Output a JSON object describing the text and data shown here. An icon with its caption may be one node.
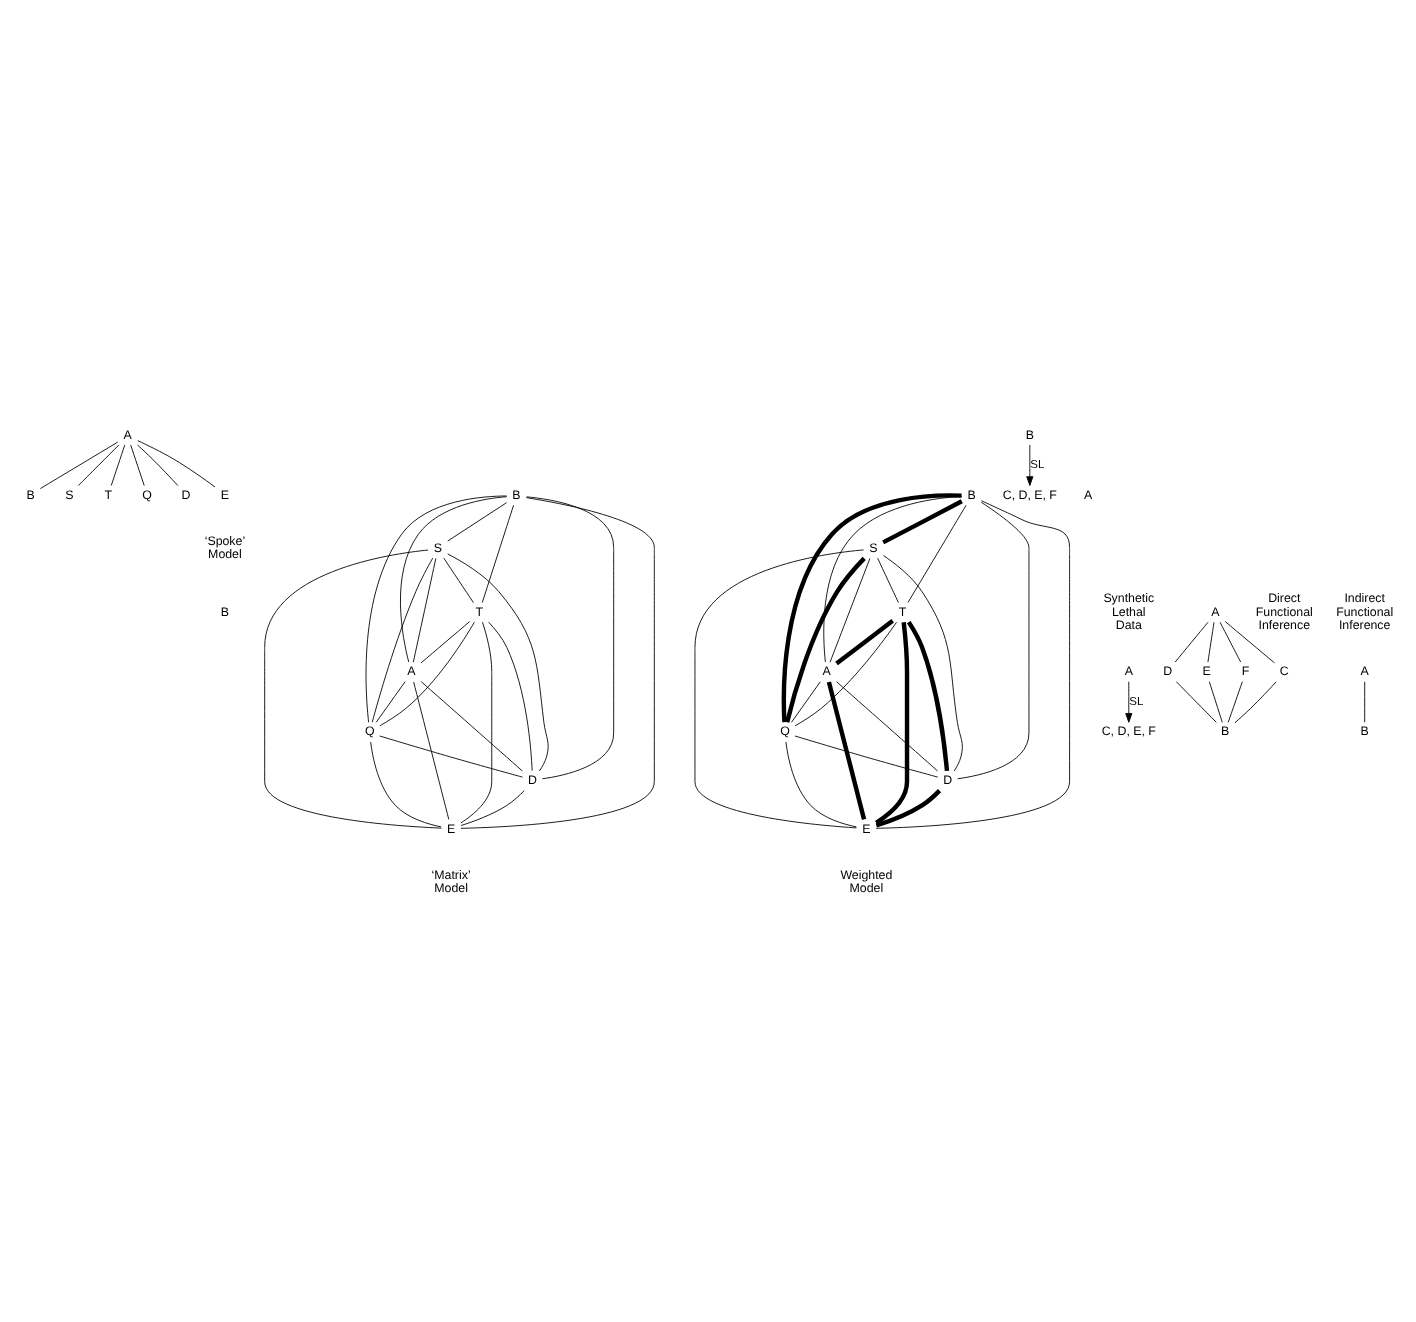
{
  "diagram": {
    "nodes": [
      {
        "text": [
          "B"
        ]
      },
      {
        "text": [
          "S"
        ]
      },
      {
        "text": [
          "T"
        ]
      },
      {
        "text": [
          "A"
        ]
      },
      {
        "text": [
          "Q"
        ]
      },
      {
        "text": [
          "D"
        ]
      },
      {
        "text": [
          "E"
        ]
      },
      {
        "text": [
          "B"
        ]
      },
      {
        "text": [
          "S"
        ]
      },
      {
        "text": [
          "T"
        ]
      },
      {
        "text": [
          "A"
        ]
      },
      {
        "text": [
          "Q"
        ]
      },
      {
        "text": [
          "D"
        ]
      },
      {
        "text": [
          "E"
        ]
      },
      {
        "text": [
          "B"
        ]
      },
      {
        "text": [
          "S"
        ]
      },
      {
        "text": [
          "T"
        ]
      },
      {
        "text": [
          "A"
        ]
      },
      {
        "text": [
          "Q"
        ]
      },
      {
        "text": [
          "D"
        ]
      },
      {
        "text": [
          "E"
        ]
      },
      {
        "text": [
          "A"
        ]
      },
      {
        "text": [
          "C, D, E, F"
        ]
      },
      {
        "text": [
          "B"
        ]
      },
      {
        "text": [
          "C, D, E, F"
        ]
      },
      {
        "text": [
          "C"
        ]
      },
      {
        "text": [
          "D"
        ]
      },
      {
        "text": [
          "A"
        ]
      },
      {
        "text": [
          "B"
        ]
      },
      {
        "text": [
          "E"
        ]
      },
      {
        "text": [
          "F"
        ]
      },
      {
        "text": [
          "A"
        ]
      },
      {
        "text": [
          "B"
        ]
      }
    ],
    "edges": [
      {
        "from": 3,
        "to": 0,
        "arrow": "none"
      },
      {
        "from": 3,
        "to": 1,
        "arrow": "none"
      },
      {
        "from": 3,
        "to": 2,
        "arrow": "none"
      },
      {
        "from": 3,
        "to": 4,
        "arrow": "none"
      },
      {
        "from": 3,
        "to": 5,
        "arrow": "none"
      },
      {
        "from": 3,
        "to": 6,
        "arrow": "none"
      },
      {
        "from": 7,
        "to": 8,
        "arrow": "none"
      },
      {
        "from": 7,
        "to": 9,
        "arrow": "none"
      },
      {
        "from": 7,
        "to": 10,
        "arrow": "none"
      },
      {
        "from": 7,
        "to": 11,
        "arrow": "none"
      },
      {
        "from": 7,
        "to": 12,
        "arrow": "none"
      },
      {
        "from": 7,
        "to": 13,
        "arrow": "none"
      },
      {
        "from": 8,
        "to": 9,
        "arrow": "none"
      },
      {
        "from": 8,
        "to": 10,
        "arrow": "none"
      },
      {
        "from": 8,
        "to": 11,
        "arrow": "none"
      },
      {
        "from": 8,
        "to": 12,
        "arrow": "none"
      },
      {
        "from": 8,
        "to": 13,
        "arrow": "none"
      },
      {
        "from": 9,
        "to": 10,
        "arrow": "none"
      },
      {
        "from": 9,
        "to": 11,
        "arrow": "none"
      },
      {
        "from": 9,
        "to": 12,
        "arrow": "none"
      },
      {
        "from": 9,
        "to": 13,
        "arrow": "none"
      },
      {
        "from": 10,
        "to": 11,
        "arrow": "none"
      },
      {
        "from": 10,
        "to": 12,
        "arrow": "none"
      },
      {
        "from": 10,
        "to": 13,
        "arrow": "none"
      },
      {
        "from": 11,
        "to": 12,
        "arrow": "none"
      },
      {
        "from": 11,
        "to": 13,
        "arrow": "none"
      },
      {
        "from": 12,
        "to": 13,
        "arrow": "none"
      },
      {
        "from": 14,
        "to": 15,
        "arrow": "none",
        "style": "thick"
      },
      {
        "from": 14,
        "to": 16,
        "arrow": "none"
      },
      {
        "from": 14,
        "to": 17,
        "arrow": "none"
      },
      {
        "from": 14,
        "to": 18,
        "arrow": "none",
        "style": "thick"
      },
      {
        "from": 14,
        "to": 19,
        "arrow": "none"
      },
      {
        "from": 14,
        "to": 20,
        "arrow": "none"
      },
      {
        "from": 15,
        "to": 16,
        "arrow": "none"
      },
      {
        "from": 15,
        "to": 17,
        "arrow": "none"
      },
      {
        "from": 15,
        "to": 18,
        "arrow": "none",
        "style": "thick"
      },
      {
        "from": 15,
        "to": 19,
        "arrow": "none"
      },
      {
        "from": 15,
        "to": 20,
        "arrow": "none"
      },
      {
        "from": 16,
        "to": 17,
        "arrow": "none",
        "style": "thick"
      },
      {
        "from": 16,
        "to": 18,
        "arrow": "none"
      },
      {
        "from": 16,
        "to": 19,
        "arrow": "none",
        "style": "thick"
      },
      {
        "from": 16,
        "to": 20,
        "arrow": "none",
        "style": "thick"
      },
      {
        "from": 17,
        "to": 18,
        "arrow": "none"
      },
      {
        "from": 17,
        "to": 19,
        "arrow": "none"
      },
      {
        "from": 17,
        "to": 20,
        "arrow": "none",
        "style": "thick"
      },
      {
        "from": 18,
        "to": 19,
        "arrow": "none"
      },
      {
        "from": 18,
        "to": 20,
        "arrow": "none"
      },
      {
        "from": 19,
        "to": 20,
        "arrow": "none",
        "style": "thick"
      },
      {
        "from": 21,
        "to": 22,
        "arrow": "to",
        "label": "SL"
      },
      {
        "from": 23,
        "to": 24,
        "arrow": "to",
        "label": "SL"
      },
      {
        "from": 27,
        "to": 25,
        "arrow": "none"
      },
      {
        "from": 27,
        "to": 26,
        "arrow": "none"
      },
      {
        "from": 27,
        "to": 29,
        "arrow": "none"
      },
      {
        "from": 27,
        "to": 30,
        "arrow": "none"
      },
      {
        "from": 25,
        "to": 28,
        "arrow": "none"
      },
      {
        "from": 26,
        "to": 28,
        "arrow": "none"
      },
      {
        "from": 29,
        "to": 28,
        "arrow": "none"
      },
      {
        "from": 30,
        "to": 28,
        "arrow": "none"
      },
      {
        "from": 31,
        "to": 32,
        "arrow": "none"
      }
    ],
    "labels": [
      "A",
      "‘Spoke’ Model",
      "‘Matrix’ Model",
      "Weighted Model",
      "B",
      "Synthetic Lethal Data",
      "Direct Functional Inference",
      "Indirect Functional Inference"
    ]
  }
}
